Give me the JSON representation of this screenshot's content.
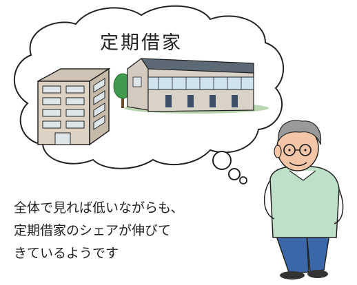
{
  "bubble": {
    "title": "定期借家"
  },
  "caption": {
    "lines": [
      "全体で見れば低いながらも、",
      "定期借家のシェアが伸びて",
      "きているようです"
    ]
  },
  "colors": {
    "outline": "#222222",
    "building_wall": "#ddd2c4",
    "building_window": "#dfe6ea",
    "apartment_wall": "#d8d2c8",
    "apartment_roof": "#5d6a76",
    "apartment_rail": "#cfe3ee",
    "apartment_door": "#3d4f66",
    "tree": "#3f9a4c",
    "ground": "#b9d6b0",
    "sweater": "#bfe0c8",
    "pants": "#3b66a8",
    "skin": "#f2c6a6",
    "hair": "#9a9a9a"
  },
  "icons": [
    "office-building-icon",
    "apartment-icon",
    "tree-icon",
    "old-man-icon",
    "thought-bubble-icon"
  ]
}
